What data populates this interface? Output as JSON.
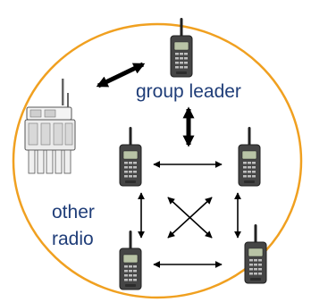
{
  "labels": {
    "group_leader": "group leader",
    "other_line1": "other",
    "other_line2": "radio"
  },
  "nodes": [
    {
      "id": "group-leader-radio",
      "type": "handheld-radio",
      "role": "group leader"
    },
    {
      "id": "radio-middle-left",
      "type": "handheld-radio"
    },
    {
      "id": "radio-middle-right",
      "type": "handheld-radio"
    },
    {
      "id": "radio-bottom-left",
      "type": "handheld-radio"
    },
    {
      "id": "radio-bottom-right",
      "type": "handheld-radio"
    },
    {
      "id": "other-radio",
      "type": "base-station-radio"
    }
  ],
  "links": [
    {
      "from": "other-radio",
      "to": "group-leader-radio",
      "style": "bold"
    },
    {
      "from": "group-leader-radio",
      "to": "radio-middle-right",
      "style": "bold"
    },
    {
      "from": "radio-middle-left",
      "to": "radio-middle-right",
      "style": "thin"
    },
    {
      "from": "radio-bottom-left",
      "to": "radio-bottom-right",
      "style": "thin"
    },
    {
      "from": "radio-middle-left",
      "to": "radio-bottom-left",
      "style": "thin"
    },
    {
      "from": "radio-middle-right",
      "to": "radio-bottom-right",
      "style": "thin"
    },
    {
      "from": "radio-middle-left",
      "to": "radio-bottom-right",
      "style": "thin"
    },
    {
      "from": "radio-middle-right",
      "to": "radio-bottom-left",
      "style": "thin"
    }
  ],
  "colors": {
    "boundary": "#f0a020",
    "label": "#1f3d78",
    "radio_body": "#444444",
    "radio_screen": "#b9c4a6",
    "arrow": "#000000"
  }
}
